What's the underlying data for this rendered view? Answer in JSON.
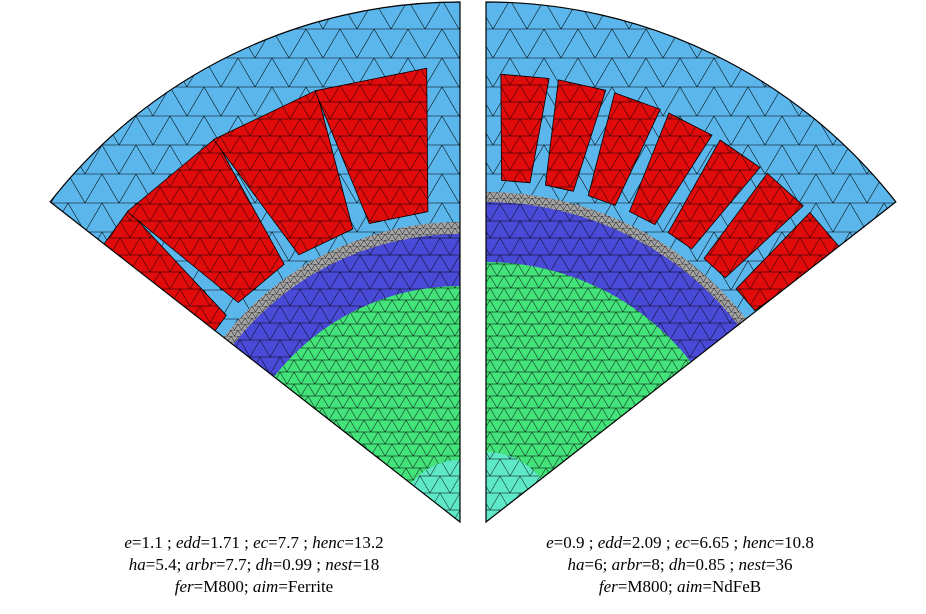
{
  "colors": {
    "stator_iron": "#5bb6ec",
    "winding": "#e20b0b",
    "air_gap": "#a3a3a3",
    "magnet": "#4a4ad8",
    "rotor_iron": "#43e27a",
    "shaft": "#5ee8c8",
    "mesh_line": "#000000"
  },
  "panels": [
    {
      "caption": {
        "line1": [
          {
            "n": "e",
            "v": "=1.1 ; "
          },
          {
            "n": "edd",
            "v": "=1.71 ; "
          },
          {
            "n": "ec",
            "v": "=7.7 ; "
          },
          {
            "n": "henc",
            "v": "=13.2"
          }
        ],
        "line2": [
          {
            "n": "ha",
            "v": "=5.4; "
          },
          {
            "n": "arbr",
            "v": "=7.7; "
          },
          {
            "n": "dh",
            "v": "=0.99 ; "
          },
          {
            "n": "nest",
            "v": "=18"
          }
        ],
        "line3": [
          {
            "n": "fer",
            "v": "=M800; "
          },
          {
            "n": "aim",
            "v": "=Ferrite"
          }
        ]
      }
    },
    {
      "caption": {
        "line1": [
          {
            "n": "e",
            "v": "=0.9 ; "
          },
          {
            "n": "edd",
            "v": "=2.09 ; "
          },
          {
            "n": "ec",
            "v": "=6.65 ; "
          },
          {
            "n": "henc",
            "v": "=10.8"
          }
        ],
        "line2": [
          {
            "n": "ha",
            "v": "=6; "
          },
          {
            "n": "arbr",
            "v": "=8; "
          },
          {
            "n": "dh",
            "v": "=0.85 ; "
          },
          {
            "n": "nest",
            "v": "=36"
          }
        ],
        "line3": [
          {
            "n": "fer",
            "v": "=M800; "
          },
          {
            "n": "aim",
            "v": "=NdFeB"
          }
        ]
      }
    }
  ]
}
